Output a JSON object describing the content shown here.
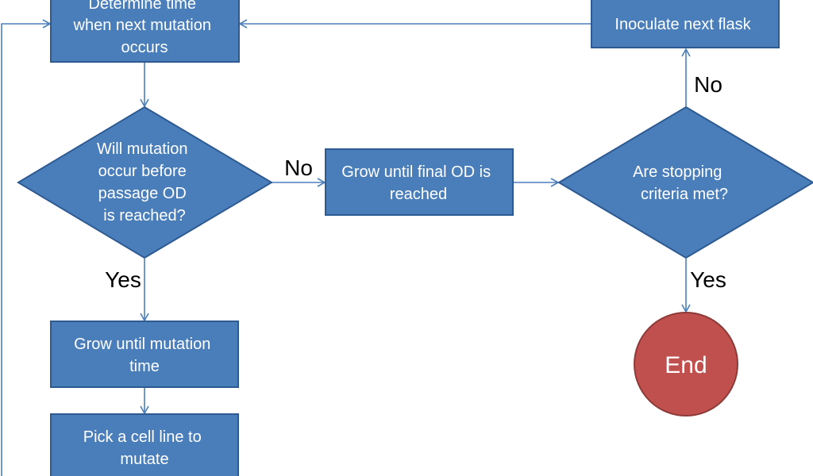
{
  "colors": {
    "box_fill": "#4a7ebb",
    "box_stroke": "#2d5a91",
    "end_fill": "#c0504d",
    "end_stroke": "#8e3a38",
    "arrow": "#4a7ebb",
    "label_text": "#000000",
    "node_text": "#ffffff"
  },
  "nodes": {
    "determine_time": [
      "Determine time",
      "when next mutation",
      "occurs"
    ],
    "inoculate": [
      "Inoculate next flask"
    ],
    "will_mutation": [
      "Will mutation",
      "occur before",
      "passage OD",
      "is reached?"
    ],
    "grow_final": [
      "Grow until final OD is",
      "reached"
    ],
    "stopping": [
      "Are stopping",
      "criteria met?"
    ],
    "grow_mutation": [
      "Grow until mutation",
      "time"
    ],
    "pick_cell": [
      "Pick a cell line to",
      "mutate"
    ],
    "end": [
      "End"
    ]
  },
  "edge_labels": {
    "no_mutation": "No",
    "no_stopping": "No",
    "yes_mutation": "Yes",
    "yes_stopping": "Yes"
  }
}
